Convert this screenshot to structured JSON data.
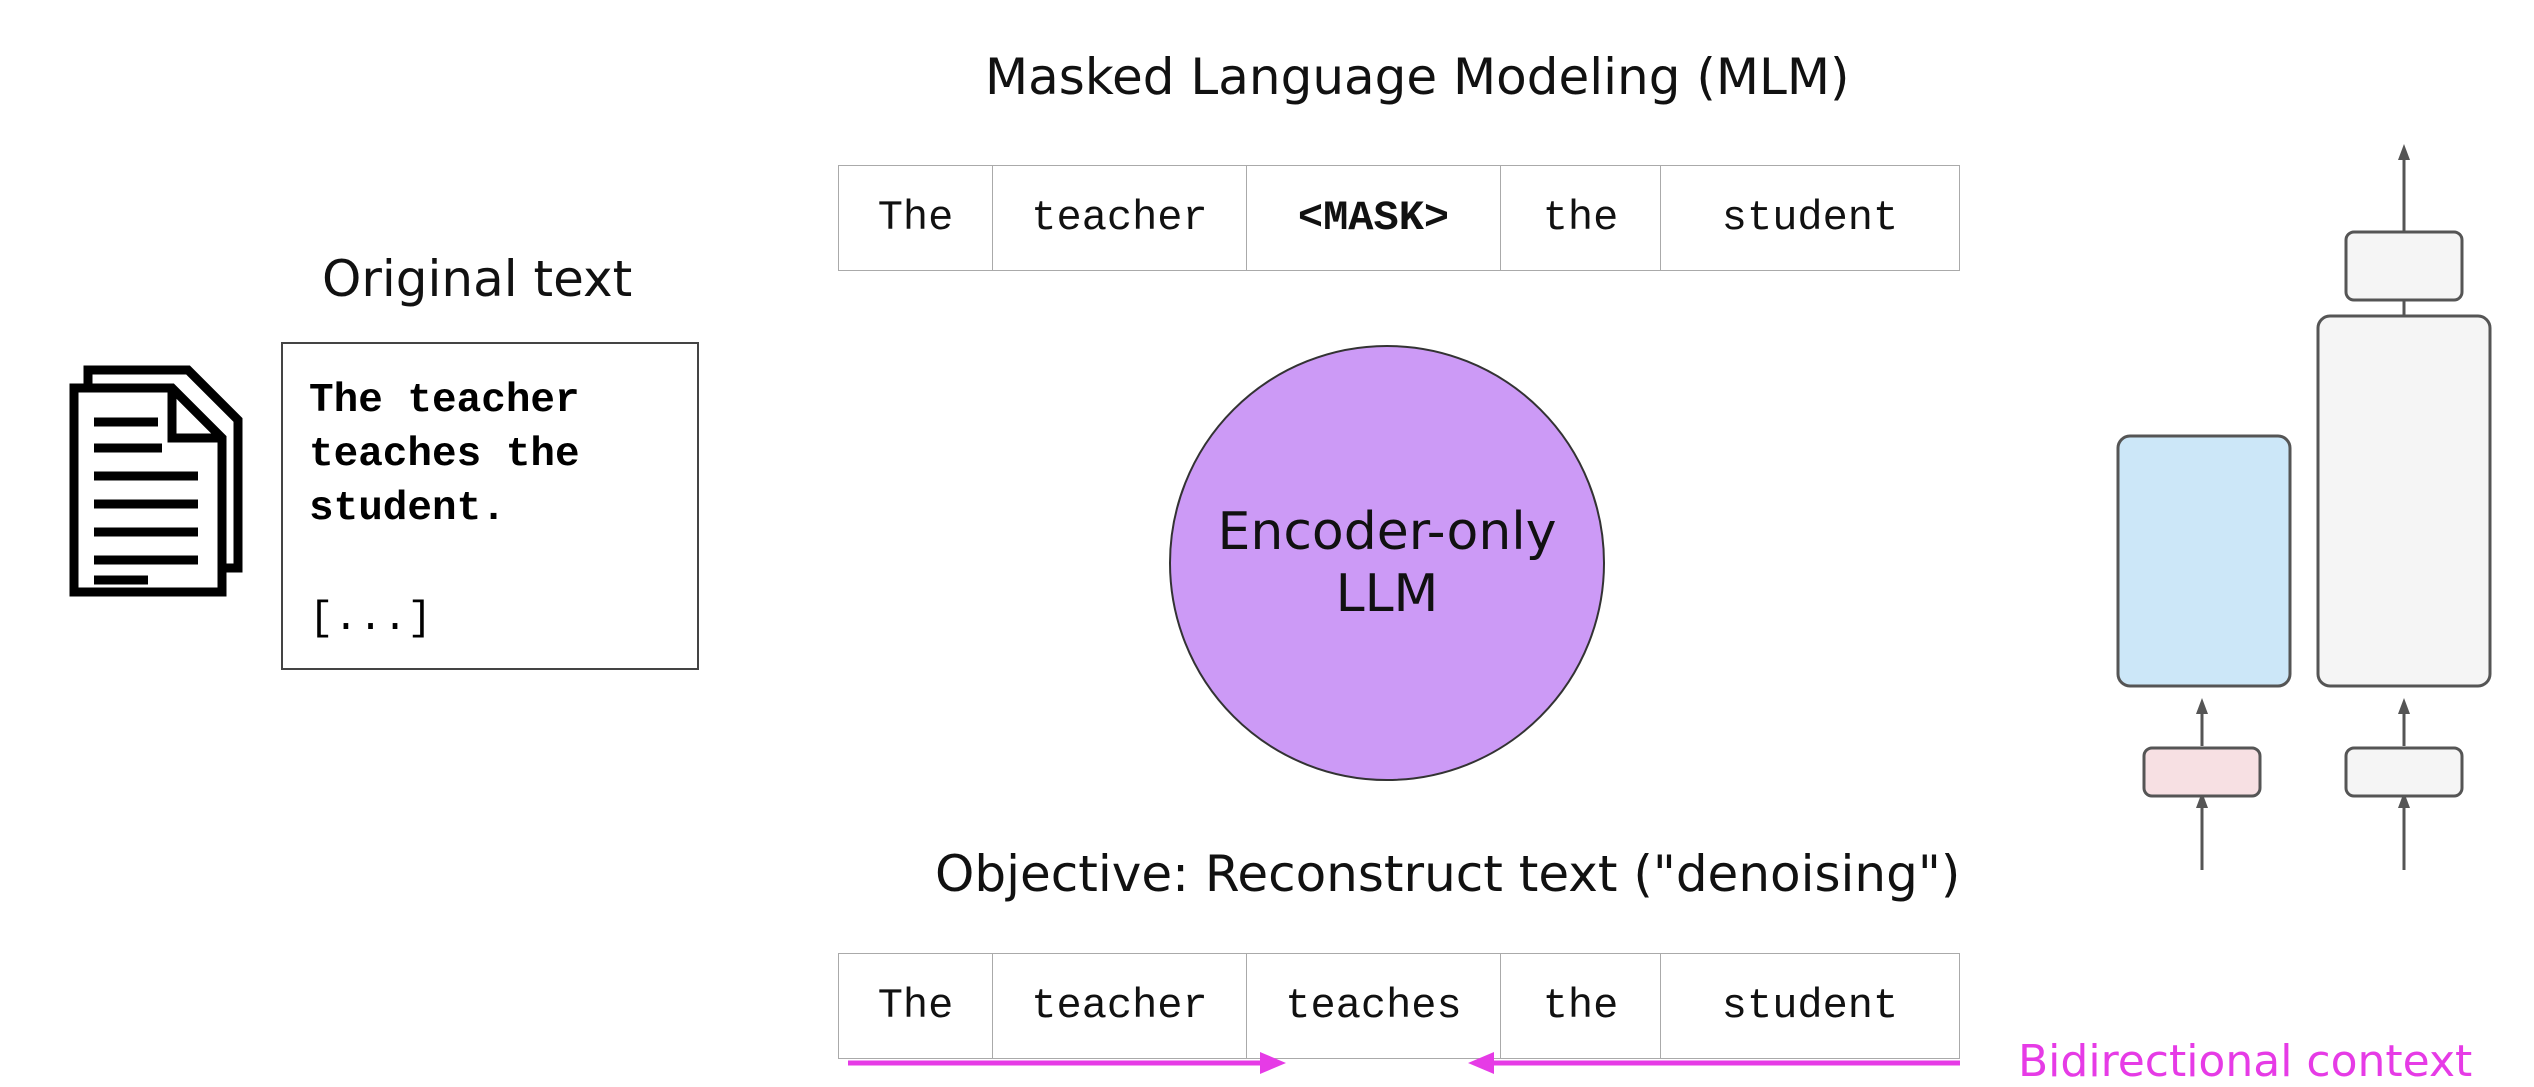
{
  "mlm_title": "Masked Language Modeling (MLM)",
  "original_text": {
    "heading": "Original text",
    "lines": [
      "The teacher",
      "teaches the",
      "student."
    ],
    "ellipsis": "[...]"
  },
  "masked_tokens": [
    "The",
    "teacher",
    "<MASK>",
    "the",
    "student"
  ],
  "model": {
    "line1": "Encoder-only",
    "line2": "LLM",
    "color": "#cc9af6"
  },
  "objective": "Objective: Reconstruct text (\"denoising\")",
  "target_tokens": [
    "The",
    "teacher",
    "teaches",
    "the",
    "student"
  ],
  "bidirectional_label": "Bidirectional context",
  "colors": {
    "arrow": "#e63be6",
    "encoder_block": "#cce7f8",
    "embedding_block": "#f7e0e3",
    "neutral_block": "#f5f5f5"
  },
  "icons": [
    "documents-icon"
  ]
}
